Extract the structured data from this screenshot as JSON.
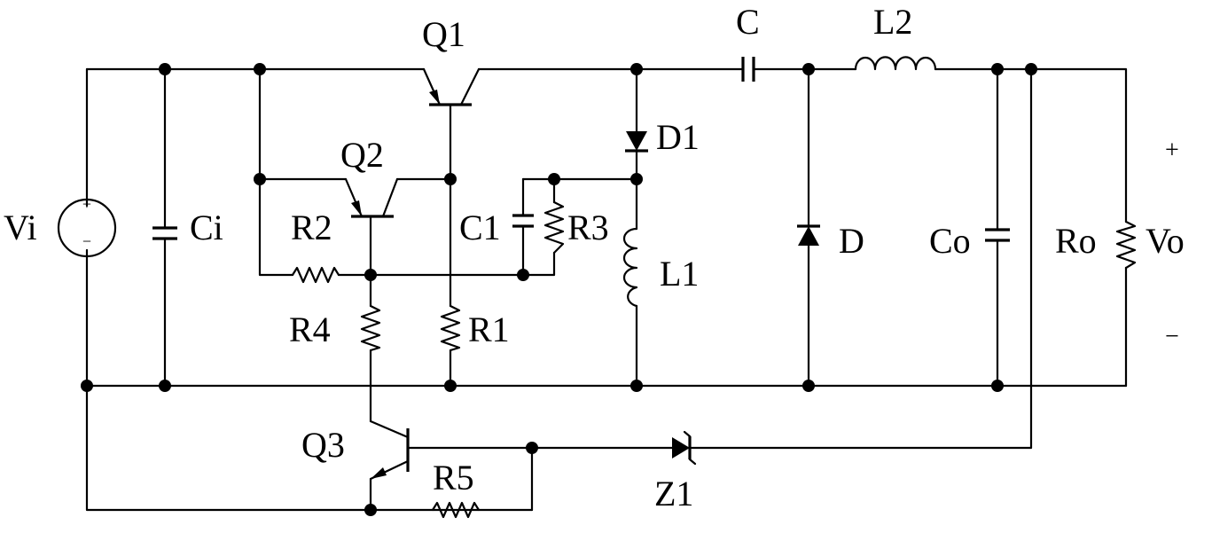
{
  "labels": {
    "Q1": "Q1",
    "Q2": "Q2",
    "Q3": "Q3",
    "C": "C",
    "L2": "L2",
    "D1": "D1",
    "D": "D",
    "Vi": "Vi",
    "Ci": "Ci",
    "R2": "R2",
    "C1": "C1",
    "R3": "R3",
    "L1": "L1",
    "Co": "Co",
    "Ro": "Ro",
    "Vo": "Vo",
    "R4": "R4",
    "R1": "R1",
    "R5": "R5",
    "Z1": "Z1",
    "plus": "+",
    "minus": "−",
    "src_plus": "+",
    "src_minus": "−"
  }
}
